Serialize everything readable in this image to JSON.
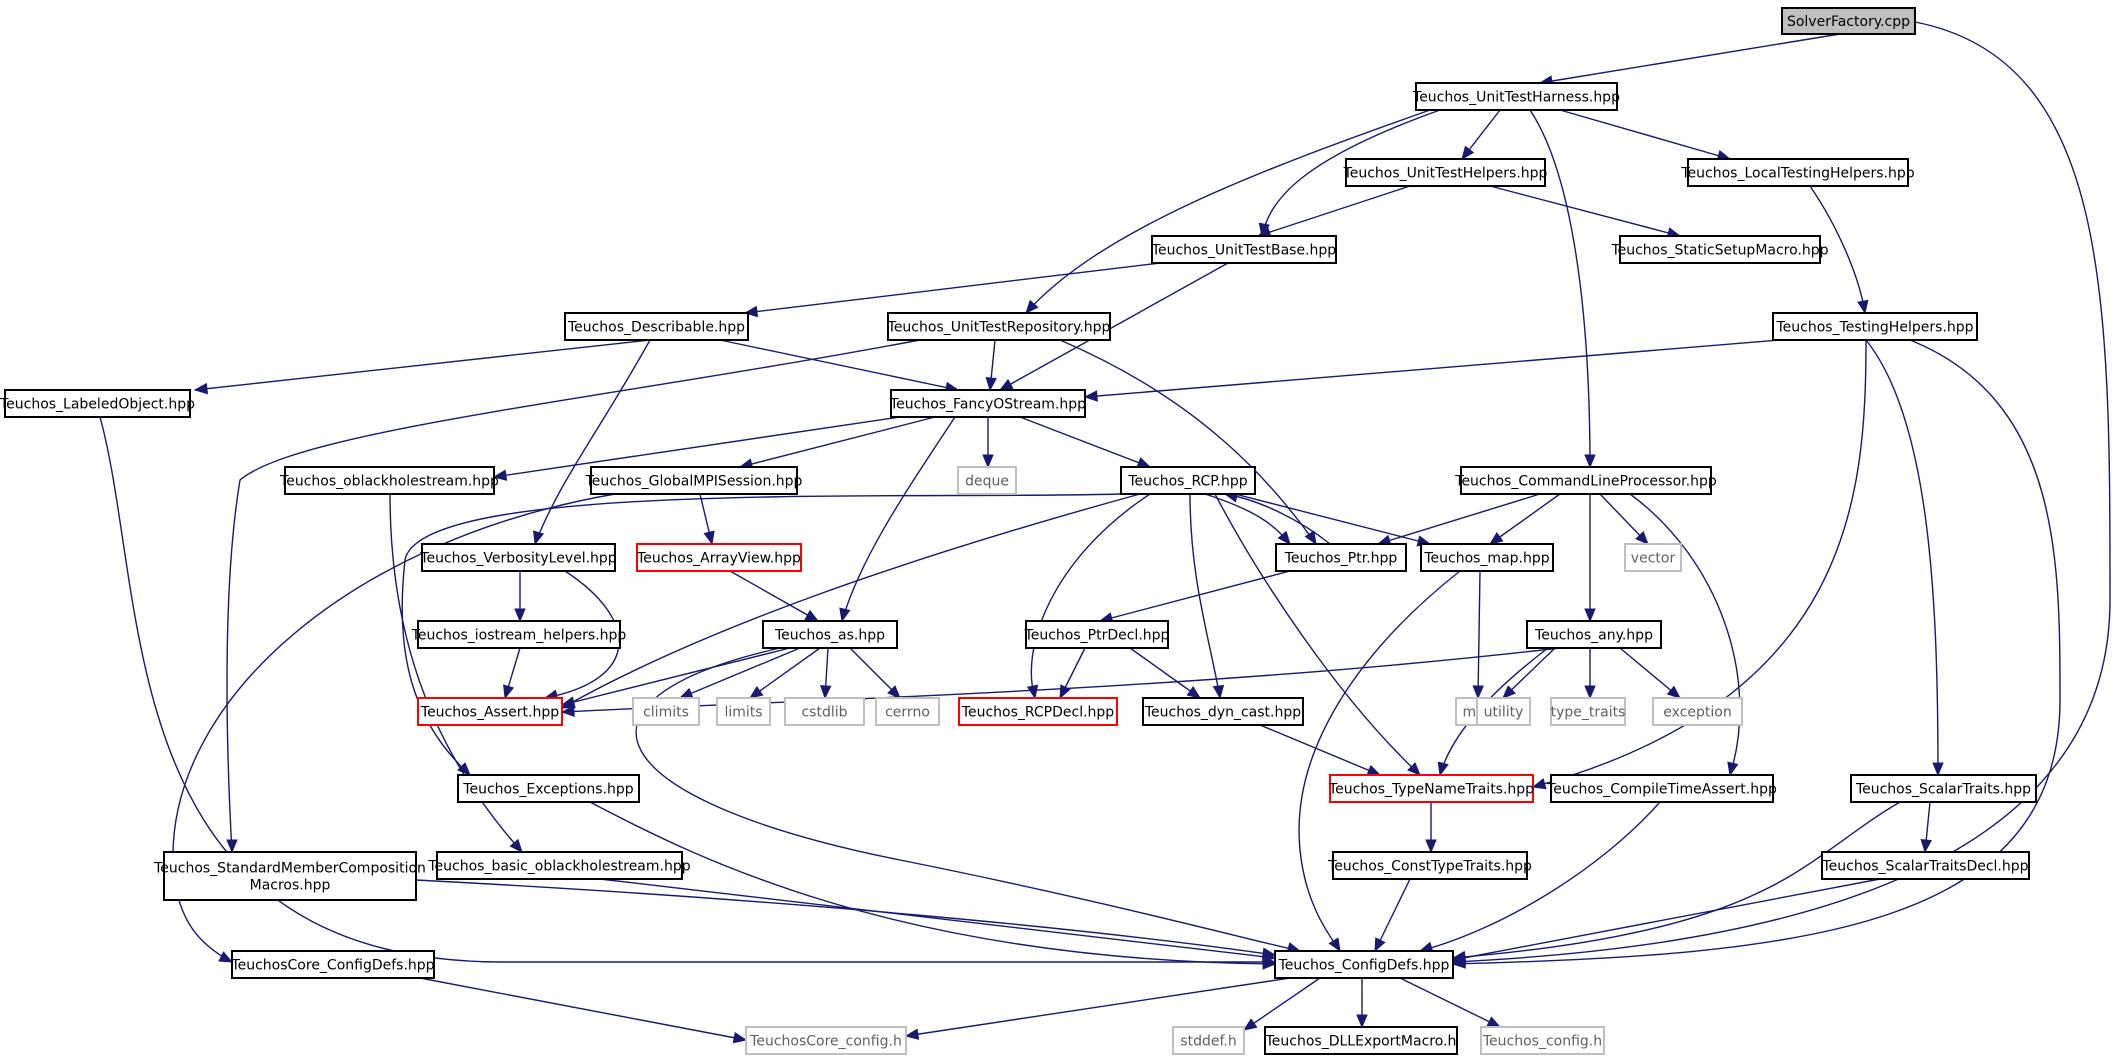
{
  "graph": {
    "title": "SolverFactory.cpp",
    "colors": {
      "edge": "#191970",
      "root_fill": "#bfbfbf",
      "missing_border": "#ff0000",
      "external_border": "#bfbfbf"
    },
    "nodes": [
      {
        "id": "n0",
        "label": "SolverFactory.cpp",
        "style": "root"
      },
      {
        "id": "n1",
        "label": "Teuchos_UnitTestHarness.hpp"
      },
      {
        "id": "n2",
        "label": "Teuchos_UnitTestHelpers.hpp"
      },
      {
        "id": "n3",
        "label": "Teuchos_LocalTestingHelpers.hpp"
      },
      {
        "id": "n4",
        "label": "Teuchos_UnitTestBase.hpp"
      },
      {
        "id": "n5",
        "label": "Teuchos_StaticSetupMacro.hpp"
      },
      {
        "id": "n6",
        "label": "Teuchos_Describable.hpp"
      },
      {
        "id": "n7",
        "label": "Teuchos_UnitTestRepository.hpp"
      },
      {
        "id": "n8",
        "label": "Teuchos_TestingHelpers.hpp"
      },
      {
        "id": "n9",
        "label": "Teuchos_LabeledObject.hpp"
      },
      {
        "id": "n10",
        "label": "Teuchos_FancyOStream.hpp"
      },
      {
        "id": "n11",
        "label": "Teuchos_oblackholestream.hpp"
      },
      {
        "id": "n12",
        "label": "Teuchos_GlobalMPISession.hpp"
      },
      {
        "id": "n13",
        "label": "deque",
        "style": "external"
      },
      {
        "id": "n14",
        "label": "Teuchos_RCP.hpp"
      },
      {
        "id": "n15",
        "label": "Teuchos_CommandLineProcessor.hpp"
      },
      {
        "id": "n16",
        "label": "Teuchos_VerbosityLevel.hpp"
      },
      {
        "id": "n17",
        "label": "Teuchos_ArrayView.hpp",
        "style": "missing"
      },
      {
        "id": "n18",
        "label": "Teuchos_Ptr.hpp"
      },
      {
        "id": "n19",
        "label": "Teuchos_map.hpp"
      },
      {
        "id": "n20",
        "label": "vector",
        "style": "external"
      },
      {
        "id": "n21",
        "label": "Teuchos_iostream_helpers.hpp"
      },
      {
        "id": "n22",
        "label": "Teuchos_as.hpp"
      },
      {
        "id": "n23",
        "label": "Teuchos_PtrDecl.hpp"
      },
      {
        "id": "n24",
        "label": "map",
        "style": "external"
      },
      {
        "id": "n25",
        "label": "Teuchos_any.hpp"
      },
      {
        "id": "n26",
        "label": "Teuchos_Assert.hpp",
        "style": "missing"
      },
      {
        "id": "n27",
        "label": "climits",
        "style": "external"
      },
      {
        "id": "n28",
        "label": "limits",
        "style": "external"
      },
      {
        "id": "n29",
        "label": "cstdlib",
        "style": "external"
      },
      {
        "id": "n30",
        "label": "cerrno",
        "style": "external"
      },
      {
        "id": "n31",
        "label": "Teuchos_RCPDecl.hpp",
        "style": "missing"
      },
      {
        "id": "n32",
        "label": "Teuchos_dyn_cast.hpp"
      },
      {
        "id": "n33",
        "label": "utility",
        "style": "external"
      },
      {
        "id": "n34",
        "label": "type_traits",
        "style": "external"
      },
      {
        "id": "n35",
        "label": "exception",
        "style": "external"
      },
      {
        "id": "n36",
        "label": "Teuchos_Exceptions.hpp"
      },
      {
        "id": "n37",
        "label": "Teuchos_TypeNameTraits.hpp",
        "style": "missing"
      },
      {
        "id": "n38",
        "label": "Teuchos_CompileTimeAssert.hpp"
      },
      {
        "id": "n39",
        "label": "Teuchos_ScalarTraits.hpp"
      },
      {
        "id": "n40",
        "label": "Teuchos_StandardMemberComposition\nMacros.hpp"
      },
      {
        "id": "n41",
        "label": "Teuchos_basic_oblackholestream.hpp"
      },
      {
        "id": "n42",
        "label": "Teuchos_ConstTypeTraits.hpp"
      },
      {
        "id": "n43",
        "label": "Teuchos_ScalarTraitsDecl.hpp"
      },
      {
        "id": "n44",
        "label": "TeuchosCore_ConfigDefs.hpp"
      },
      {
        "id": "n45",
        "label": "Teuchos_ConfigDefs.hpp"
      },
      {
        "id": "n46",
        "label": "TeuchosCore_config.h",
        "style": "external"
      },
      {
        "id": "n47",
        "label": "stddef.h",
        "style": "external"
      },
      {
        "id": "n48",
        "label": "Teuchos_DLLExportMacro.h"
      },
      {
        "id": "n49",
        "label": "Teuchos_config.h",
        "style": "external"
      }
    ]
  }
}
